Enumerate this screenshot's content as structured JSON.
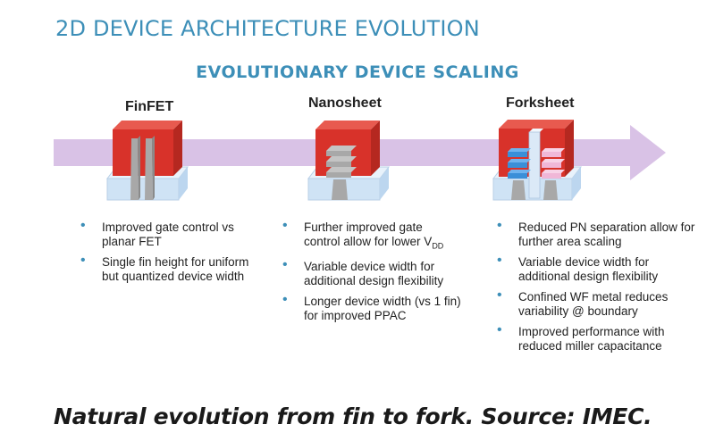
{
  "main_title": "2D DEVICE ARCHITECTURE EVOLUTION",
  "sub_title": "EVOLUTIONARY DEVICE SCALING",
  "devices": [
    {
      "name": "FinFET",
      "bullets": [
        "Improved gate control vs planar FET",
        "Single fin height for uniform but quantized device width"
      ]
    },
    {
      "name": "Nanosheet",
      "bullets": [
        "Further improved gate control allow for lower V",
        "Variable device width for additional design flexibility",
        "Longer device width (vs 1 fin) for improved PPAC"
      ],
      "subscript": "DD"
    },
    {
      "name": "Forksheet",
      "bullets": [
        "Reduced PN separation allow for further area scaling",
        "Variable device width for additional design flexibility",
        "Confined WF metal reduces variability @ boundary",
        "Improved performance with reduced miller capacitance"
      ]
    }
  ],
  "caption": "Natural evolution from fin to fork. Source: IMEC.",
  "bullet_glyph": "•",
  "colors": {
    "title_blue": "#3d8fb8",
    "arrow": "#d9c2e6",
    "gate_red": "#d8322a",
    "base_blue": "#d4e6f6",
    "fin_grey": "#a8a8a8",
    "n_sheet_blue": "#3a8fd8",
    "p_sheet_pink": "#f0b7d7"
  }
}
